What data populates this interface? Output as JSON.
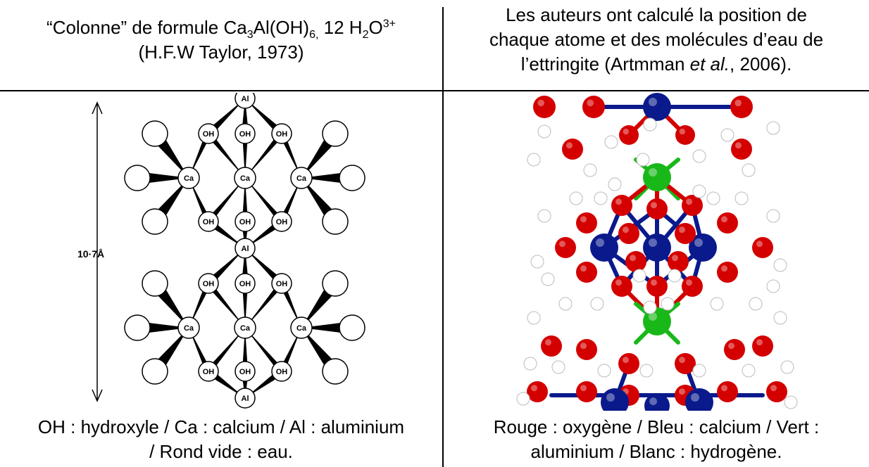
{
  "header_left": {
    "line1_a": "“Colonne” de formule Ca",
    "sub1": "3",
    "line1_b": "Al(OH)",
    "sub2": "6,",
    "line1_c": " 12 H",
    "sub3": "2",
    "line1_d": "O",
    "sup1": "3+",
    "line2": "(H.F.W Taylor, 1973)"
  },
  "header_right": {
    "line1": "Les auteurs ont calculé la position de",
    "line2": "chaque atome et des molécules d’eau de",
    "line3_a": "l’ettringite (Artmman ",
    "line3_em": "et al.",
    "line3_b": ", 2006)."
  },
  "caption_left": {
    "line1": "OH : hydroxyle / Ca : calcium / Al : aluminium",
    "line2": "/ Rond vide : eau."
  },
  "caption_right": {
    "line1": "Rouge : oxygène / Bleu : calcium / Vert :",
    "line2": "aluminium / Blanc : hydrogène."
  },
  "diagram": {
    "scale_label": "10·7Å",
    "al_label": "Al",
    "ca_label": "Ca",
    "oh_label": "OH"
  },
  "colors": {
    "oxygen": "#d40000",
    "calcium": "#0a1a8c",
    "aluminium": "#19b819",
    "hydrogen": "#ffffff"
  }
}
